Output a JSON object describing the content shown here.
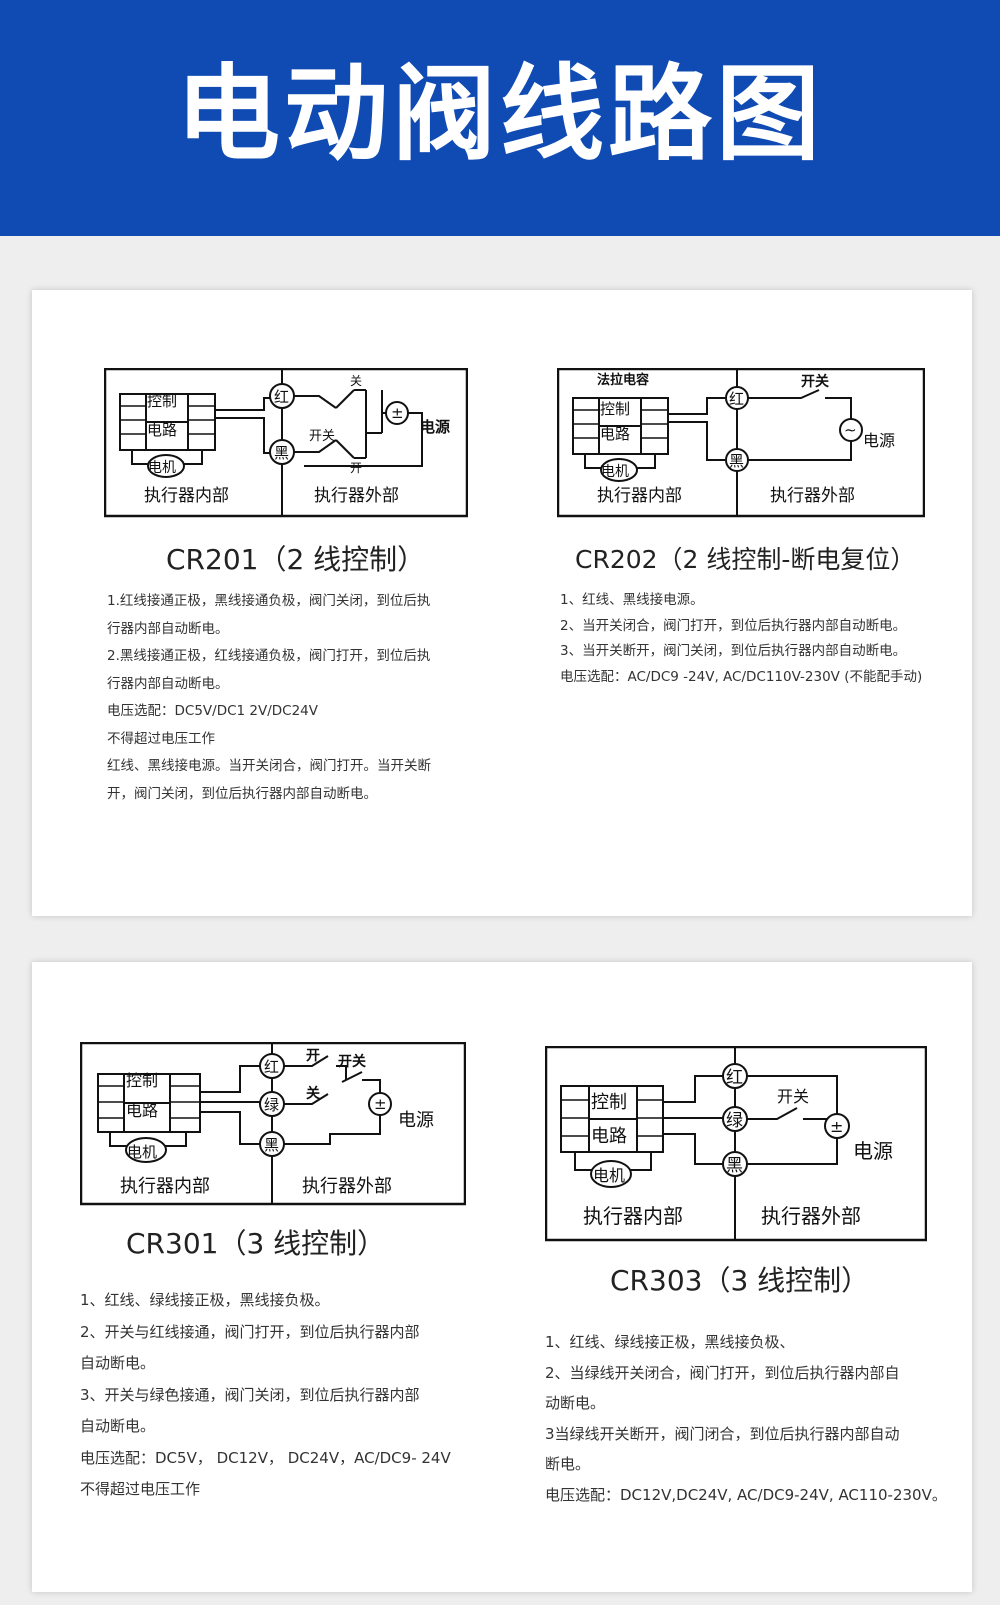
{
  "page_title": "电动阀线路图",
  "labels": {
    "control_circuit_1": "控制",
    "control_circuit_2": "电路",
    "motor": "电机",
    "inside": "执行器内部",
    "outside": "执行器外部",
    "power": "电源",
    "switch": "开关",
    "open": "开",
    "close": "关",
    "red": "红",
    "black": "黑",
    "green": "绿",
    "dc_symbol": "±",
    "ac_symbol": "∼",
    "capacitor": "法拉电容"
  },
  "diagrams": [
    {
      "model": "CR201（2 线控制）",
      "notes": [
        "1.红线接通正极，黑线接通负极，阀门关闭，到位后执",
        "行器内部自动断电。",
        "2.黑线接通正极，红线接通负极，阀门打开，到位后执",
        "行器内部自动断电。",
        "电压选配：DC5V/DC1 2V/DC24V",
        "不得超过电压工作",
        "红线、黑线接电源。当开关闭合，阀门打开。当开关断",
        "开，阀门关闭，到位后执行器内部自动断电。"
      ]
    },
    {
      "model": "CR202（2 线控制-断电复位）",
      "notes": [
        "1、红线、黑线接电源。",
        "2、当开关闭合，阀门打开，到位后执行器内部自动断电。",
        "3、当开关断开，阀门关闭，到位后执行器内部自动断电。",
        "电压选配：AC/DC9 -24V, AC/DC110V-230V (不能配手动)"
      ]
    },
    {
      "model": "CR301（3 线控制）",
      "notes": [
        "1、红线、绿线接正极，黑线接负极。",
        "2、开关与红线接通，阀门打开，到位后执行器内部",
        "自动断电。",
        "3、开关与绿色接通，阀门关闭，到位后执行器内部",
        "自动断电。",
        "电压选配：DC5V， DC12V， DC24V，AC/DC9- 24V",
        "不得超过电压工作"
      ]
    },
    {
      "model": "CR303（3 线控制）",
      "notes": [
        "1、红线、绿线接正极，黑线接负极、",
        "2、当绿线开关闭合，阀门打开，到位后执行器内部自",
        "动断电。",
        "3当绿线开关断开，阀门闭合，到位后执行器内部自动",
        "断电。",
        "电压选配：DC12V,DC24V, AC/DC9-24V, AC110-230V。"
      ]
    }
  ]
}
